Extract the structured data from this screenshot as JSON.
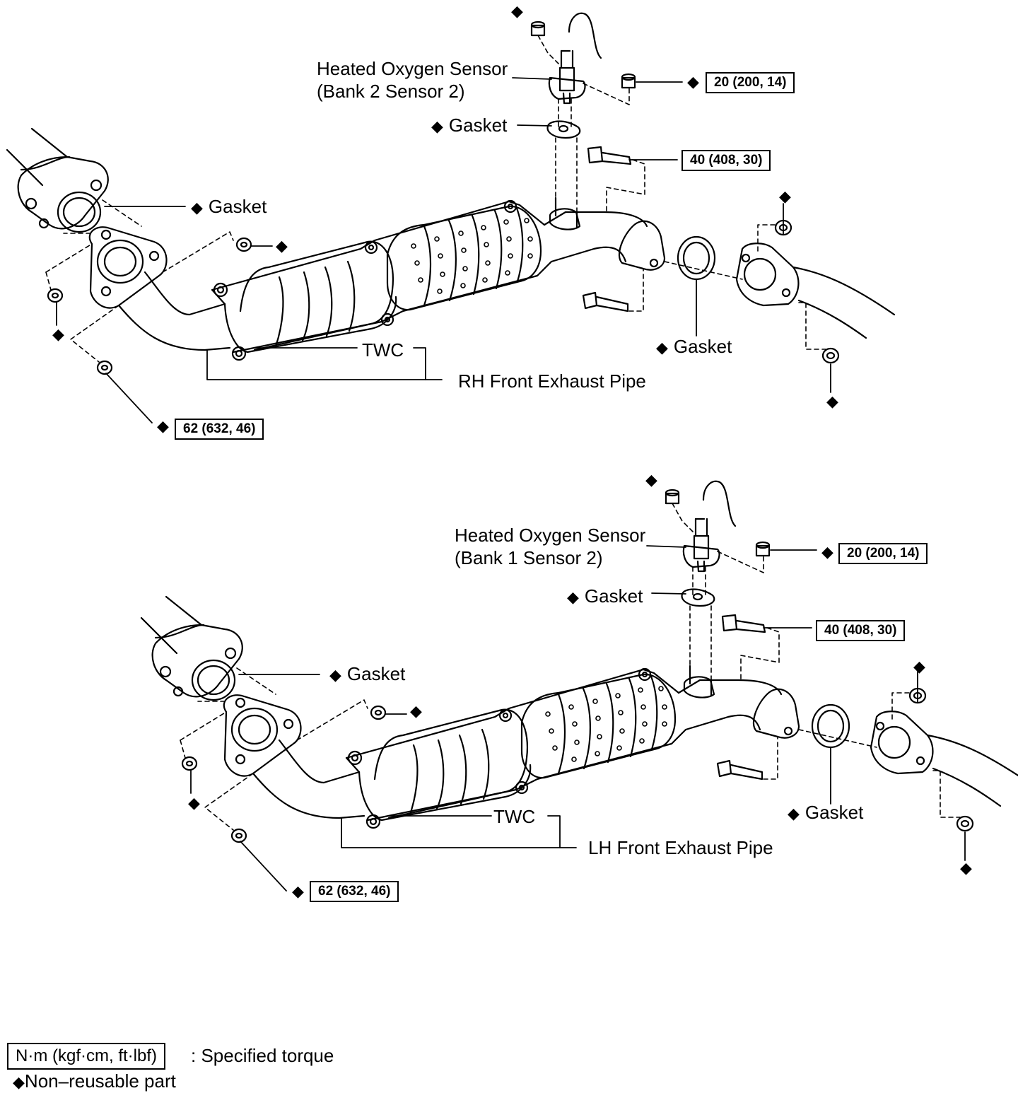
{
  "diagram": {
    "rh": {
      "sensor_line1": "Heated Oxygen Sensor",
      "sensor_line2": "(Bank 2 Sensor 2)",
      "sensor_gasket": "Gasket",
      "front_gasket": "Gasket",
      "rear_gasket": "Gasket",
      "twc": "TWC",
      "pipe": "RH Front Exhaust Pipe",
      "torque_sensor_nut": "20 (200, 14)",
      "torque_bolt": "40 (408, 30)",
      "torque_flange_nut": "62 (632, 46)"
    },
    "lh": {
      "sensor_line1": "Heated Oxygen Sensor",
      "sensor_line2": "(Bank 1 Sensor 2)",
      "sensor_gasket": "Gasket",
      "front_gasket": "Gasket",
      "rear_gasket": "Gasket",
      "twc": "TWC",
      "pipe": "LH Front Exhaust Pipe",
      "torque_sensor_nut": "20 (200, 14)",
      "torque_bolt": "40 (408, 30)",
      "torque_flange_nut": "62 (632, 46)"
    }
  },
  "legend": {
    "unit_box": "N·m (kgf·cm, ft·lbf)",
    "unit_text": ": Specified torque",
    "nonreusable_text": "Non–reusable part"
  },
  "symbols": {
    "diamond": "◆",
    "diamond_meaning": "non-reusable-part-icon"
  }
}
